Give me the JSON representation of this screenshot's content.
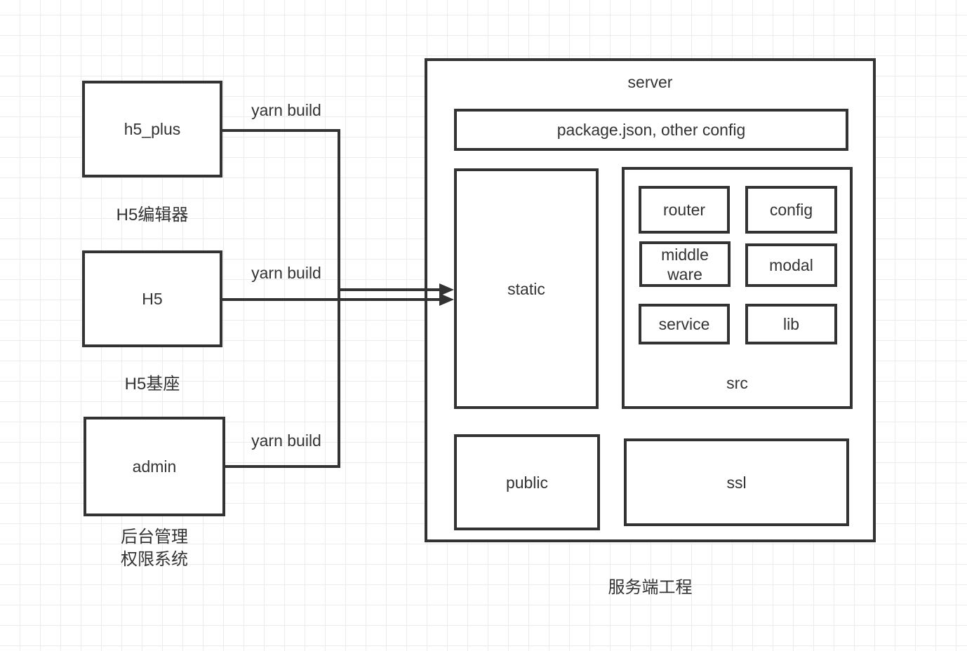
{
  "clients": [
    {
      "label": "h5_plus",
      "caption": "H5编辑器",
      "edge_label": "yarn build"
    },
    {
      "label": "H5",
      "caption": "H5基座",
      "edge_label": "yarn build"
    },
    {
      "label": "admin",
      "caption": "后台管理\n权限系统",
      "edge_label": "yarn build"
    }
  ],
  "server": {
    "title": "server",
    "caption": "服务端工程",
    "config_bar_label": "package.json, other config",
    "static_label": "static",
    "public_label": "public",
    "ssl_label": "ssl",
    "src": {
      "label": "src",
      "modules": [
        {
          "label": "router"
        },
        {
          "label": "config"
        },
        {
          "label": "middle\nware"
        },
        {
          "label": "modal"
        },
        {
          "label": "service"
        },
        {
          "label": "lib"
        }
      ]
    }
  },
  "colors": {
    "stroke": "#333333",
    "node_fill": "#ffffff",
    "canvas_bg": "#ffffff",
    "grid_line": "#ececec"
  }
}
